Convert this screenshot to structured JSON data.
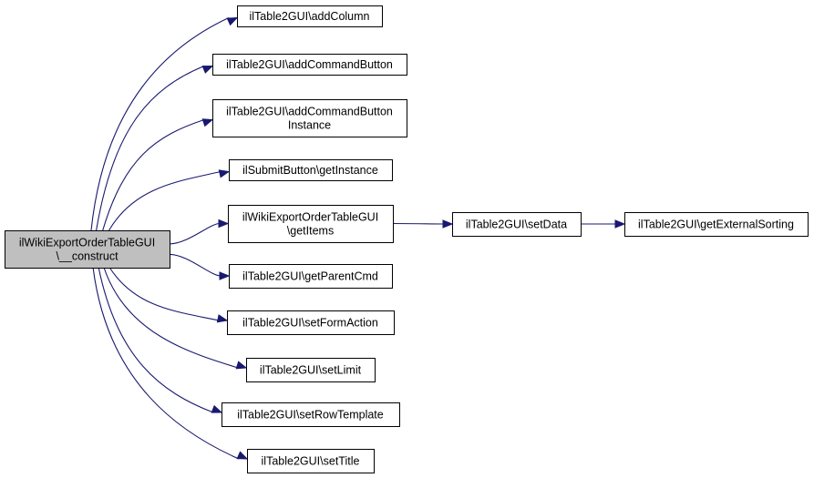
{
  "colors": {
    "root_fill": "#bfbfbf",
    "node_fill": "#ffffff",
    "node_border": "#000000",
    "edge": "#191970"
  },
  "nodes": [
    {
      "id": "root",
      "name": "construct-node",
      "lines": [
        "ilWikiExportOrderTableGUI",
        "\\__construct"
      ],
      "root": true
    },
    {
      "id": "addColumn",
      "name": "addcolumn-node",
      "lines": [
        "ilTable2GUI\\addColumn"
      ]
    },
    {
      "id": "addCommandButton",
      "name": "addcommandbutton-node",
      "lines": [
        "ilTable2GUI\\addCommandButton"
      ]
    },
    {
      "id": "addCommandButtonInstance",
      "name": "addcommandbuttoninstance-node",
      "lines": [
        "ilTable2GUI\\addCommandButton",
        "Instance"
      ]
    },
    {
      "id": "getInstance",
      "name": "getinstance-node",
      "lines": [
        "ilSubmitButton\\getInstance"
      ]
    },
    {
      "id": "getItems",
      "name": "getitems-node",
      "lines": [
        "ilWikiExportOrderTableGUI",
        "\\getItems"
      ]
    },
    {
      "id": "getParentCmd",
      "name": "getparentcmd-node",
      "lines": [
        "ilTable2GUI\\getParentCmd"
      ]
    },
    {
      "id": "setFormAction",
      "name": "setformaction-node",
      "lines": [
        "ilTable2GUI\\setFormAction"
      ]
    },
    {
      "id": "setLimit",
      "name": "setlimit-node",
      "lines": [
        "ilTable2GUI\\setLimit"
      ]
    },
    {
      "id": "setRowTemplate",
      "name": "setrowtemplate-node",
      "lines": [
        "ilTable2GUI\\setRowTemplate"
      ]
    },
    {
      "id": "setTitle",
      "name": "settitle-node",
      "lines": [
        "ilTable2GUI\\setTitle"
      ]
    },
    {
      "id": "setData",
      "name": "setdata-node",
      "lines": [
        "ilTable2GUI\\setData"
      ]
    },
    {
      "id": "getExternalSorting",
      "name": "getexternalsorting-node",
      "lines": [
        "ilTable2GUI\\getExternalSorting"
      ]
    }
  ],
  "edges": [
    {
      "from": "root",
      "to": "addColumn"
    },
    {
      "from": "root",
      "to": "addCommandButton"
    },
    {
      "from": "root",
      "to": "addCommandButtonInstance"
    },
    {
      "from": "root",
      "to": "getInstance"
    },
    {
      "from": "root",
      "to": "getItems"
    },
    {
      "from": "root",
      "to": "getParentCmd"
    },
    {
      "from": "root",
      "to": "setFormAction"
    },
    {
      "from": "root",
      "to": "setLimit"
    },
    {
      "from": "root",
      "to": "setRowTemplate"
    },
    {
      "from": "root",
      "to": "setTitle"
    },
    {
      "from": "getItems",
      "to": "setData"
    },
    {
      "from": "setData",
      "to": "getExternalSorting"
    }
  ]
}
